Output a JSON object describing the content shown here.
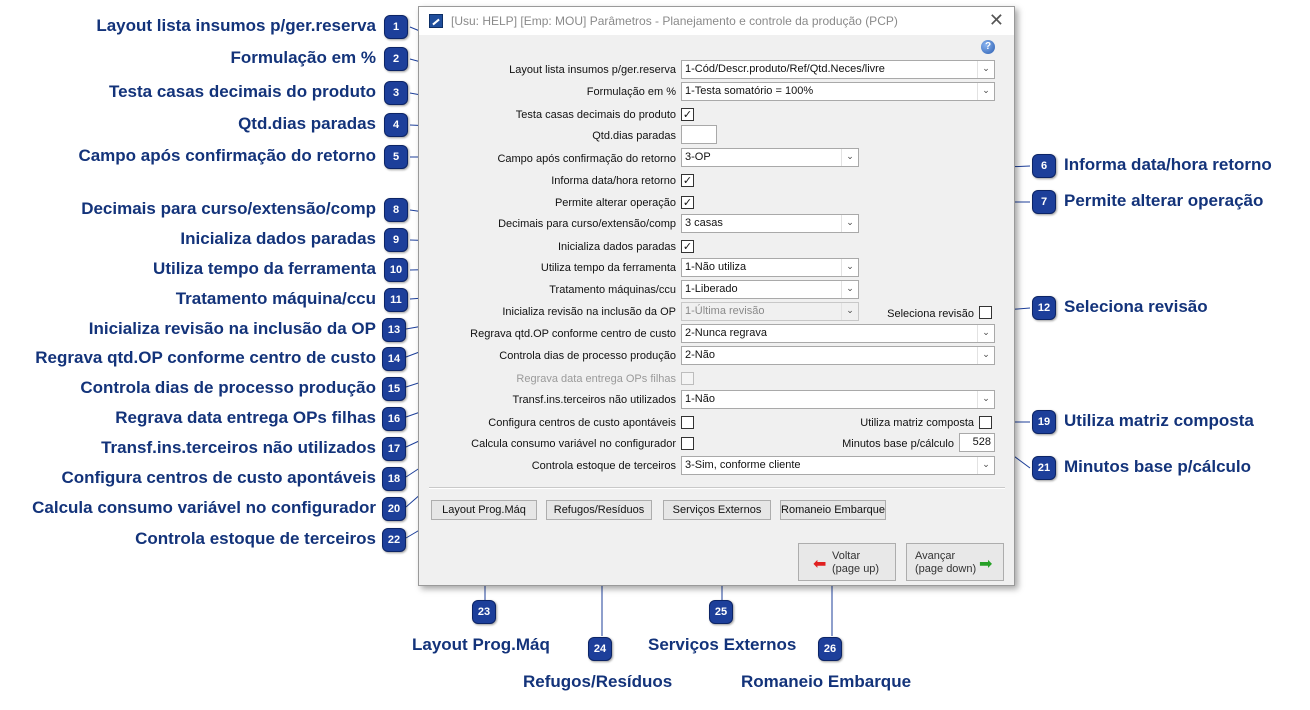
{
  "window": {
    "title": "[Usu: HELP] [Emp: MOU] Parâmetros - Planejamento e controle da produção (PCP)",
    "close_glyph": "✕",
    "help_glyph": "?"
  },
  "form": {
    "layout_lista": {
      "label": "Layout lista insumos p/ger.reserva",
      "value": "1-Cód/Descr.produto/Ref/Qtd.Neces/livre"
    },
    "formulacao": {
      "label": "Formulação em %",
      "value": "1-Testa somatório = 100%"
    },
    "testa_casas": {
      "label": "Testa casas decimais do produto",
      "checked": true
    },
    "qtd_dias": {
      "label": "Qtd.dias paradas",
      "value": ""
    },
    "campo_apos": {
      "label": "Campo após confirmação do retorno",
      "value": "3-OP"
    },
    "informa_data": {
      "label": "Informa data/hora retorno",
      "checked": true
    },
    "permite_alterar": {
      "label": "Permite alterar operação",
      "checked": true
    },
    "decimais_curso": {
      "label": "Decimais para curso/extensão/comp",
      "value": "3 casas"
    },
    "inicializa_dados": {
      "label": "Inicializa dados paradas",
      "checked": true
    },
    "utiliza_tempo": {
      "label": "Utiliza tempo da ferramenta",
      "value": "1-Não utiliza"
    },
    "tratamento": {
      "label": "Tratamento máquinas/ccu",
      "value": "1-Liberado"
    },
    "inicializa_revisao": {
      "label": "Inicializa revisão na inclusão da OP",
      "value": "1-Última revisão",
      "disabled": true
    },
    "seleciona_revisao": {
      "label": "Seleciona revisão",
      "checked": false
    },
    "regrava_qtd": {
      "label": "Regrava qtd.OP conforme centro de custo",
      "value": "2-Nunca regrava"
    },
    "controla_dias": {
      "label": "Controla dias de processo produção",
      "value": "2-Não"
    },
    "regrava_data": {
      "label": "Regrava data entrega OPs filhas",
      "checked": false,
      "disabled": true
    },
    "transf_ins": {
      "label": "Transf.ins.terceiros não utilizados",
      "value": "1-Não"
    },
    "configura_centros": {
      "label": "Configura centros de custo apontáveis",
      "checked": false
    },
    "utiliza_matriz": {
      "label": "Utiliza matriz composta",
      "checked": false
    },
    "calcula_consumo": {
      "label": "Calcula consumo variável no configurador",
      "checked": false
    },
    "minutos_base": {
      "label": "Minutos base p/cálculo",
      "value": "528"
    },
    "controla_estoque": {
      "label": "Controla estoque de terceiros",
      "value": "3-Sim, conforme cliente"
    }
  },
  "buttons": {
    "layout_prog": "Layout Prog.Máq",
    "refugos": "Refugos/Resíduos",
    "servicos": "Serviços Externos",
    "romaneio": "Romaneio Embarque",
    "voltar": {
      "line1": "Voltar",
      "line2": "(page up)"
    },
    "avancar": {
      "line1": "Avançar",
      "line2": "(page down)"
    }
  },
  "icons": {
    "check": "✓",
    "arrow_down": "⌄",
    "back_arrow": "⬅",
    "forward_arrow": "➡"
  },
  "callouts": {
    "c1": {
      "num": "1",
      "text": "Layout lista insumos p/ger.reserva"
    },
    "c2": {
      "num": "2",
      "text": "Formulação em %"
    },
    "c3": {
      "num": "3",
      "text": "Testa casas decimais do produto"
    },
    "c4": {
      "num": "4",
      "text": "Qtd.dias paradas"
    },
    "c5": {
      "num": "5",
      "text": "Campo após confirmação do retorno"
    },
    "c6": {
      "num": "6",
      "text": "Informa data/hora retorno"
    },
    "c7": {
      "num": "7",
      "text": "Permite alterar operação"
    },
    "c8": {
      "num": "8",
      "text": "Decimais para curso/extensão/comp"
    },
    "c9": {
      "num": "9",
      "text": "Inicializa dados paradas"
    },
    "c10": {
      "num": "10",
      "text": "Utiliza tempo da ferramenta"
    },
    "c11": {
      "num": "11",
      "text": "Tratamento máquina/ccu"
    },
    "c12": {
      "num": "12",
      "text": "Seleciona revisão"
    },
    "c13": {
      "num": "13",
      "text": "Inicializa revisão na inclusão da OP"
    },
    "c14": {
      "num": "14",
      "text": "Regrava qtd.OP conforme centro de custo"
    },
    "c15": {
      "num": "15",
      "text": "Controla dias de processo produção"
    },
    "c16": {
      "num": "16",
      "text": "Regrava data entrega OPs filhas"
    },
    "c17": {
      "num": "17",
      "text": "Transf.ins.terceiros não utilizados"
    },
    "c18": {
      "num": "18",
      "text": "Configura centros de custo apontáveis"
    },
    "c19": {
      "num": "19",
      "text": "Utiliza matriz composta"
    },
    "c20": {
      "num": "20",
      "text": "Calcula consumo variável no configurador"
    },
    "c21": {
      "num": "21",
      "text": "Minutos base p/cálculo"
    },
    "c22": {
      "num": "22",
      "text": "Controla estoque de terceiros"
    },
    "c23": {
      "num": "23",
      "text": "Layout Prog.Máq"
    },
    "c24": {
      "num": "24",
      "text": "Refugos/Resíduos"
    },
    "c25": {
      "num": "25",
      "text": "Serviços Externos"
    },
    "c26": {
      "num": "26",
      "text": "Romaneio Embarque"
    }
  },
  "colors": {
    "callout_text": "#13337a",
    "badge_fill": "#1d3f9a",
    "dialog_bg": "#f0f0f0"
  }
}
